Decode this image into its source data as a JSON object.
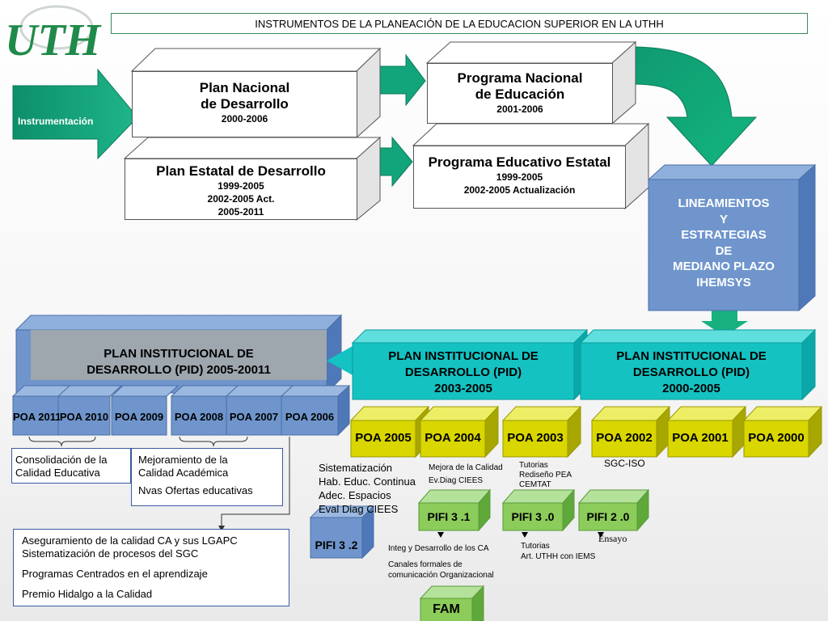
{
  "header": {
    "title": "INSTRUMENTOS DE LA PLANEACIÓN DE LA EDUCACION SUPERIOR EN LA UTHH",
    "logo_text": "UTH"
  },
  "instrumentacion": "Instrumentación",
  "pnd": {
    "line1": "Plan Nacional",
    "line2": "de Desarrollo",
    "years": "2000-2006"
  },
  "ped": {
    "line1": "Plan Estatal de Desarrollo",
    "y1": "1999-2005",
    "y2": "2002-2005 Act.",
    "y3": "2005-2011"
  },
  "pne": {
    "line1": "Programa Nacional",
    "line2": "de Educación",
    "years": "2001-2006"
  },
  "pee": {
    "line1": "Programa Educativo Estatal",
    "y1": "1999-2005",
    "y2": "2002-2005 Actualización"
  },
  "lineamientos": {
    "l1": "LINEAMIENTOS",
    "l2": "Y",
    "l3": "ESTRATEGIAS",
    "l4": "DE",
    "l5": "MEDIANO  PLAZO",
    "l6": "IHEMSYS"
  },
  "pid_main": {
    "l1": "PLAN  INSTITUCIONAL DE",
    "l2": "DESARROLLO (PID)  2005-20011"
  },
  "pid_2003": {
    "l1": "PLAN  INSTITUCIONAL DE",
    "l2": "DESARROLLO (PID)",
    "l3": "2003-2005"
  },
  "pid_2000": {
    "l1": "PLAN  INSTITUCIONAL DE",
    "l2": "DESARROLLO (PID)",
    "l3": "2000-2005"
  },
  "poa_blue": [
    "POA 2011",
    "POA 2010",
    "POA 2009",
    "POA 2008",
    "POA 2007",
    "POA 2006"
  ],
  "poa_yellow": [
    "POA 2005",
    "POA 2004",
    "POA 2003",
    "POA 2002",
    "POA 2001",
    "POA 2000"
  ],
  "consolidacion": {
    "l1": " Consolidación de la",
    "l2": "Calidad Educativa"
  },
  "mejoramiento": {
    "l1": "Mejoramiento de la",
    "l2": "Calidad Académica",
    "l3": "Nvas Ofertas educativas"
  },
  "aseguramiento": {
    "l1": "Aseguramiento de la calidad CA y sus  LGAPC",
    "l2": "Sistematización de procesos  del SGC",
    "l3": "Programas Centrados en el aprendizaje",
    "l4": "Premio Hidalgo a la Calidad"
  },
  "notes_2005": {
    "l1": "Sistematización",
    "l2": "Hab. Educ. Continua",
    "l3": "Adec. Espacios",
    "l4": "Eval Diag CIEES"
  },
  "notes_2004": {
    "l1": "Mejora de la Calidad",
    "l2": "Ev.Diag CIEES"
  },
  "notes_2003": {
    "l1": "Tutorias",
    "l2": "Rediseño PEA",
    "l3": "CEMTAT"
  },
  "sgc_iso": "SGC-ISO",
  "pifi": {
    "p32": "PIFI 3 .2",
    "p31": "PIFI 3 .1",
    "p30": "PIFI 3 .0",
    "p20": "PIFI 2 .0",
    "fam": "FAM"
  },
  "notes_pifi31": {
    "l1": "Integ y Desarrollo de los CA",
    "l2": "Canales formales de",
    "l3": "comunicación Organizacional"
  },
  "notes_pifi30": {
    "l1": "Tutorias",
    "l2": "Art. UTHH con IEMS"
  },
  "ensayo": "Ensayo",
  "colors": {
    "green": "#14a37a",
    "teal": "#14c2c2",
    "blue": "#6f95cc",
    "yellow": "#d9d600",
    "lightgreen": "#8ccc5a"
  }
}
